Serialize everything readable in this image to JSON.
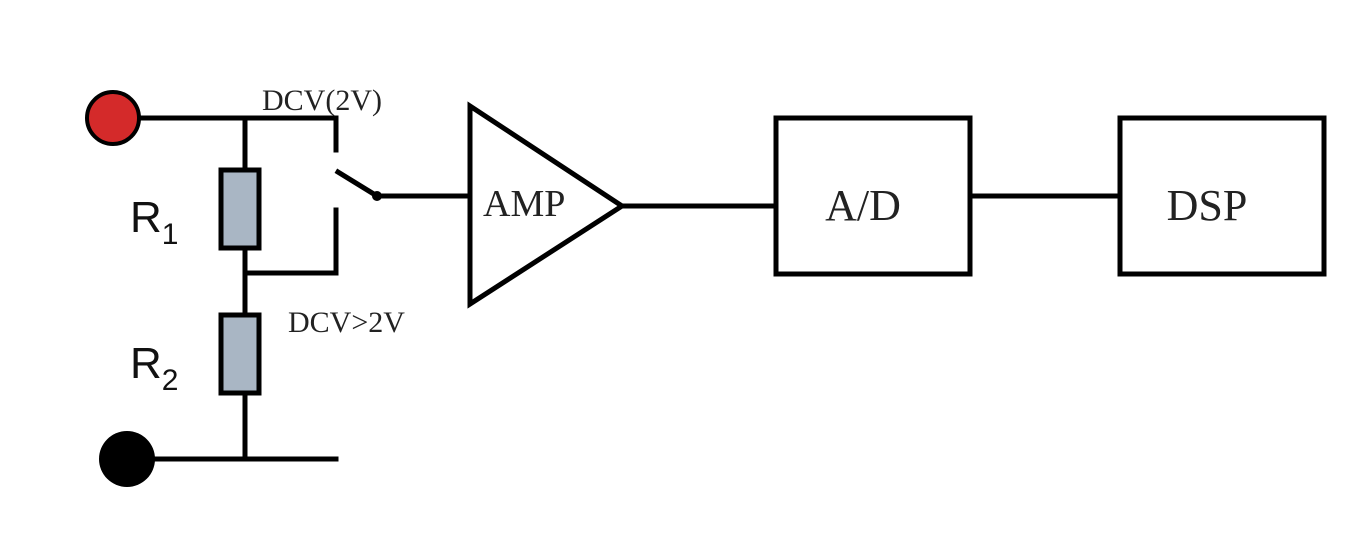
{
  "colors": {
    "positive_terminal": "#d42a2a",
    "negative_terminal": "#000000",
    "resistor_fill": "#a9b6c4"
  },
  "labels": {
    "switch_top": "DCV(2V)",
    "switch_bottom": "DCV>2V",
    "r1_letter": "R",
    "r1_sub": "1",
    "r2_letter": "R",
    "r2_sub": "2",
    "amp": "AMP",
    "ad": "A/D",
    "dsp": "DSP"
  }
}
